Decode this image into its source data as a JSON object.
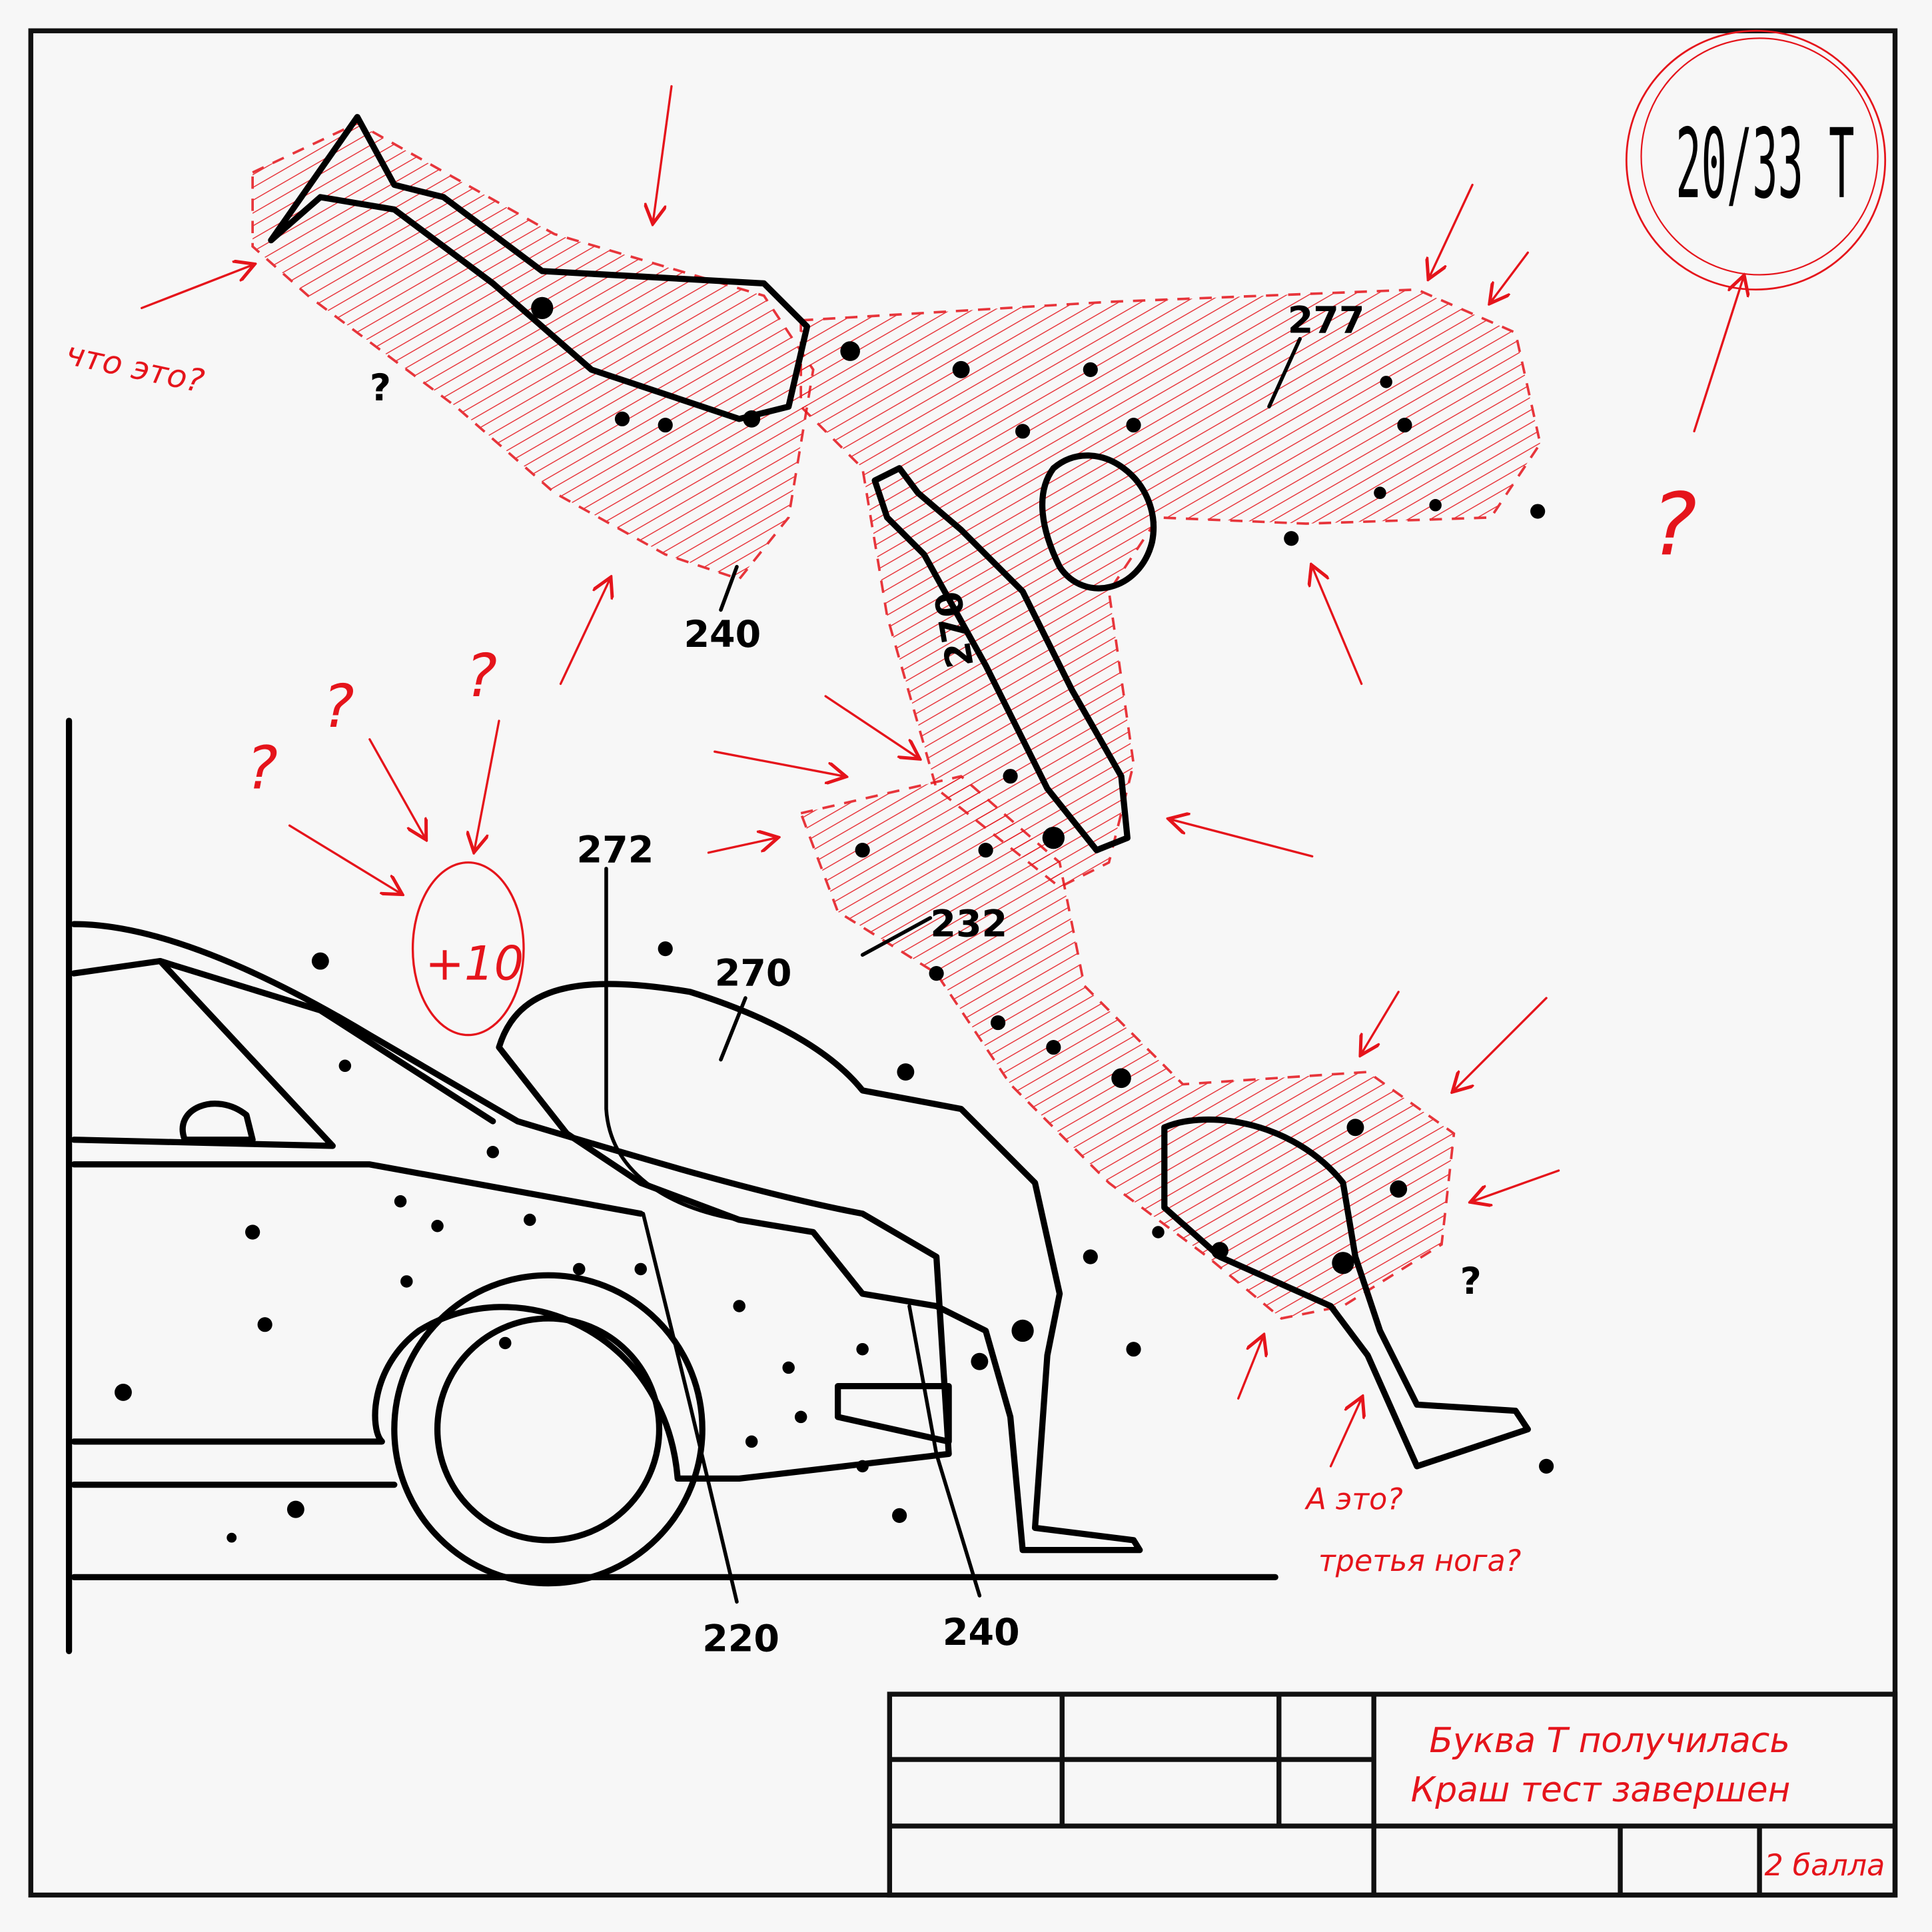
{
  "stamp": {
    "text": "20/33 T"
  },
  "reference_labels": {
    "l240_top": "240",
    "l277": "277",
    "l270_rotated": "270",
    "l272": "272",
    "l270": "270",
    "l232": "232",
    "l220": "220",
    "l240_bottom": "240",
    "q_top_left": "?",
    "q_bottom_right": "?"
  },
  "annotations": {
    "what_is_this": "что это?",
    "and_this": "А это?",
    "third_leg": "третья нога?",
    "plus_ten": "+10",
    "q1": "?",
    "q2": "?",
    "q3": "?",
    "q4": "?"
  },
  "title_block": {
    "line1": "Буква Т получилась",
    "line2": "Краш тест завершен",
    "grade": "2 балла"
  },
  "colors": {
    "ink": "#000000",
    "annotation": "#e5141b",
    "paper": "#f7f7f7"
  }
}
